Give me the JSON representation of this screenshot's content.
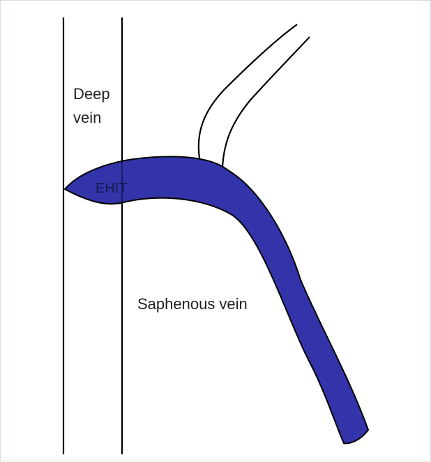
{
  "labels": {
    "deep_vein": "Deep\nvein",
    "ehit": "EHIT",
    "saphenous_vein": "Saphenous vein"
  },
  "colors": {
    "vein_fill": "#3333aa",
    "outline": "#000000",
    "border": "#cfdcdc"
  }
}
